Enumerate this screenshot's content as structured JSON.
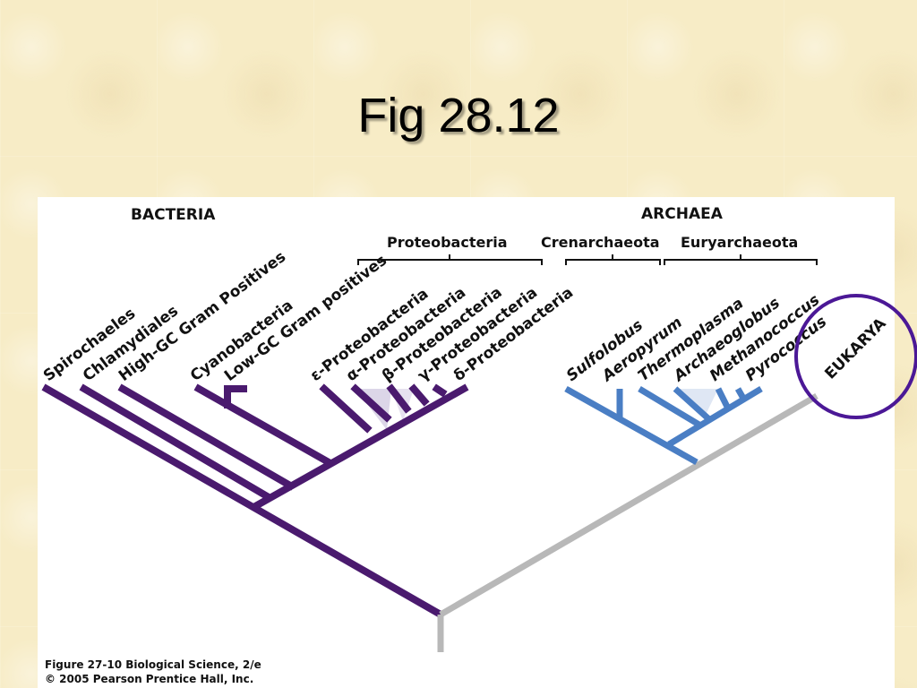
{
  "slide": {
    "title": "Fig 28.12"
  },
  "tree": {
    "domains": {
      "bacteria": "BACTERIA",
      "archaea": "ARCHAEA",
      "eukarya": "EUKARYA"
    },
    "groups": {
      "proteobacteria": "Proteobacteria",
      "crenarchaeota": "Crenarchaeota",
      "euryarchaeota": "Euryarchaeota"
    },
    "bacteria_taxa": [
      "Spirochaeles",
      "Chlamydiales",
      "High-GC Gram Positives",
      "Cyanobacteria",
      "Low-GC Gram positives",
      "ε-Proteobacteria",
      "α-Proteobacteria",
      "β-Proteobacteria",
      "γ-Proteobacteria",
      "δ-Proteobacteria"
    ],
    "archaea_taxa": [
      "Sulfolobus",
      "Aeropyrum",
      "Thermoplasma",
      "Archaeoglobus",
      "Methanococcus",
      "Pyrococcus"
    ],
    "colors": {
      "bacteria": "#4a1a6e",
      "archaea": "#4a7ec4",
      "eukarya": "#b8b8b8",
      "highlight_circle": "#4b1896"
    }
  },
  "caption": {
    "line1": "Figure 27-10  Biological Science, 2/e",
    "line2": "© 2005 Pearson Prentice Hall, Inc."
  }
}
